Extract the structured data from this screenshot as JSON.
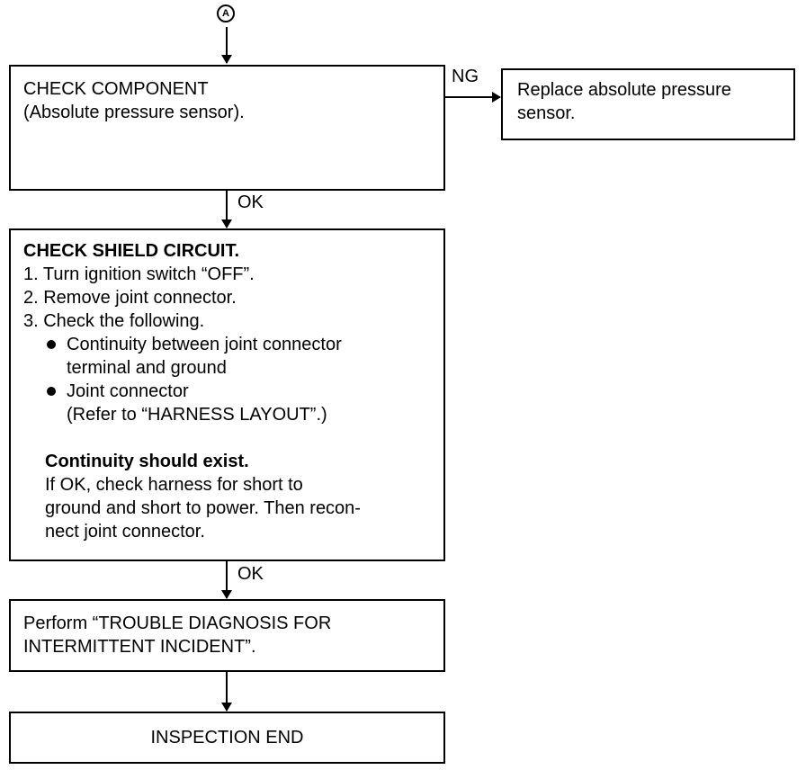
{
  "connector": {
    "label": "A"
  },
  "box_check_component": {
    "title": "CHECK COMPONENT",
    "subtitle": "(Absolute pressure sensor)."
  },
  "ng_label": "NG",
  "box_replace": {
    "line1": "Replace absolute pressure",
    "line2": "sensor."
  },
  "ok_label_1": "OK",
  "box_shield": {
    "title": "CHECK SHIELD CIRCUIT.",
    "step1": "1. Turn ignition switch “OFF”.",
    "step2": "2. Remove joint connector.",
    "step3": "3. Check the following.",
    "bullet1_line1": "Continuity between joint connector",
    "bullet1_line2": "terminal and ground",
    "bullet2_line1": "Joint connector",
    "bullet2_line2": "(Refer to “HARNESS LAYOUT”.)",
    "result": "Continuity should exist.",
    "note1": "If OK, check harness for short to",
    "note2": "ground and short to power. Then recon-",
    "note3": "nect joint connector."
  },
  "ok_label_2": "OK",
  "box_perform": {
    "line1": "Perform “TROUBLE DIAGNOSIS FOR",
    "line2": "INTERMITTENT INCIDENT”."
  },
  "box_end": {
    "label": "INSPECTION END"
  }
}
